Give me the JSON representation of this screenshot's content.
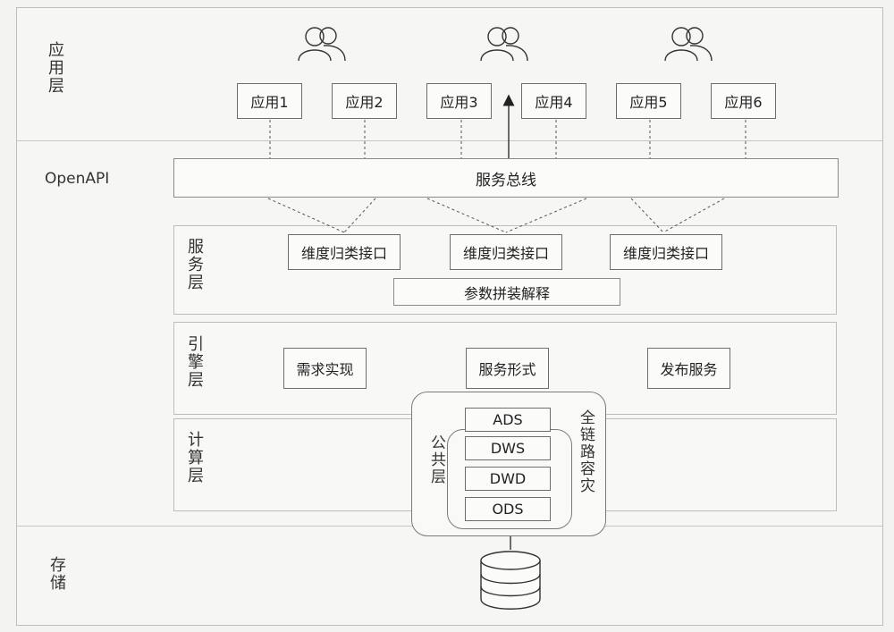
{
  "layers": {
    "app": "应用层",
    "openapi": "OpenAPI",
    "service": "服务层",
    "engine": "引擎层",
    "compute": "计算层",
    "storage": "存储"
  },
  "apps": [
    "应用1",
    "应用2",
    "应用3",
    "应用4",
    "应用5",
    "应用6"
  ],
  "bus": "服务总线",
  "service_layer": {
    "interfaces": [
      "维度归类接口",
      "维度归类接口",
      "维度归类接口"
    ],
    "param": "参数拼装解释"
  },
  "engine_layer": {
    "items": [
      "需求实现",
      "服务形式",
      "发布服务"
    ]
  },
  "compute_layer": {
    "public": "公共层",
    "tiers": [
      "ADS",
      "DWS",
      "DWD",
      "ODS"
    ],
    "dr": "全链路容灾"
  },
  "icons": [
    "users-icon",
    "users-icon",
    "users-icon",
    "database-icon"
  ]
}
